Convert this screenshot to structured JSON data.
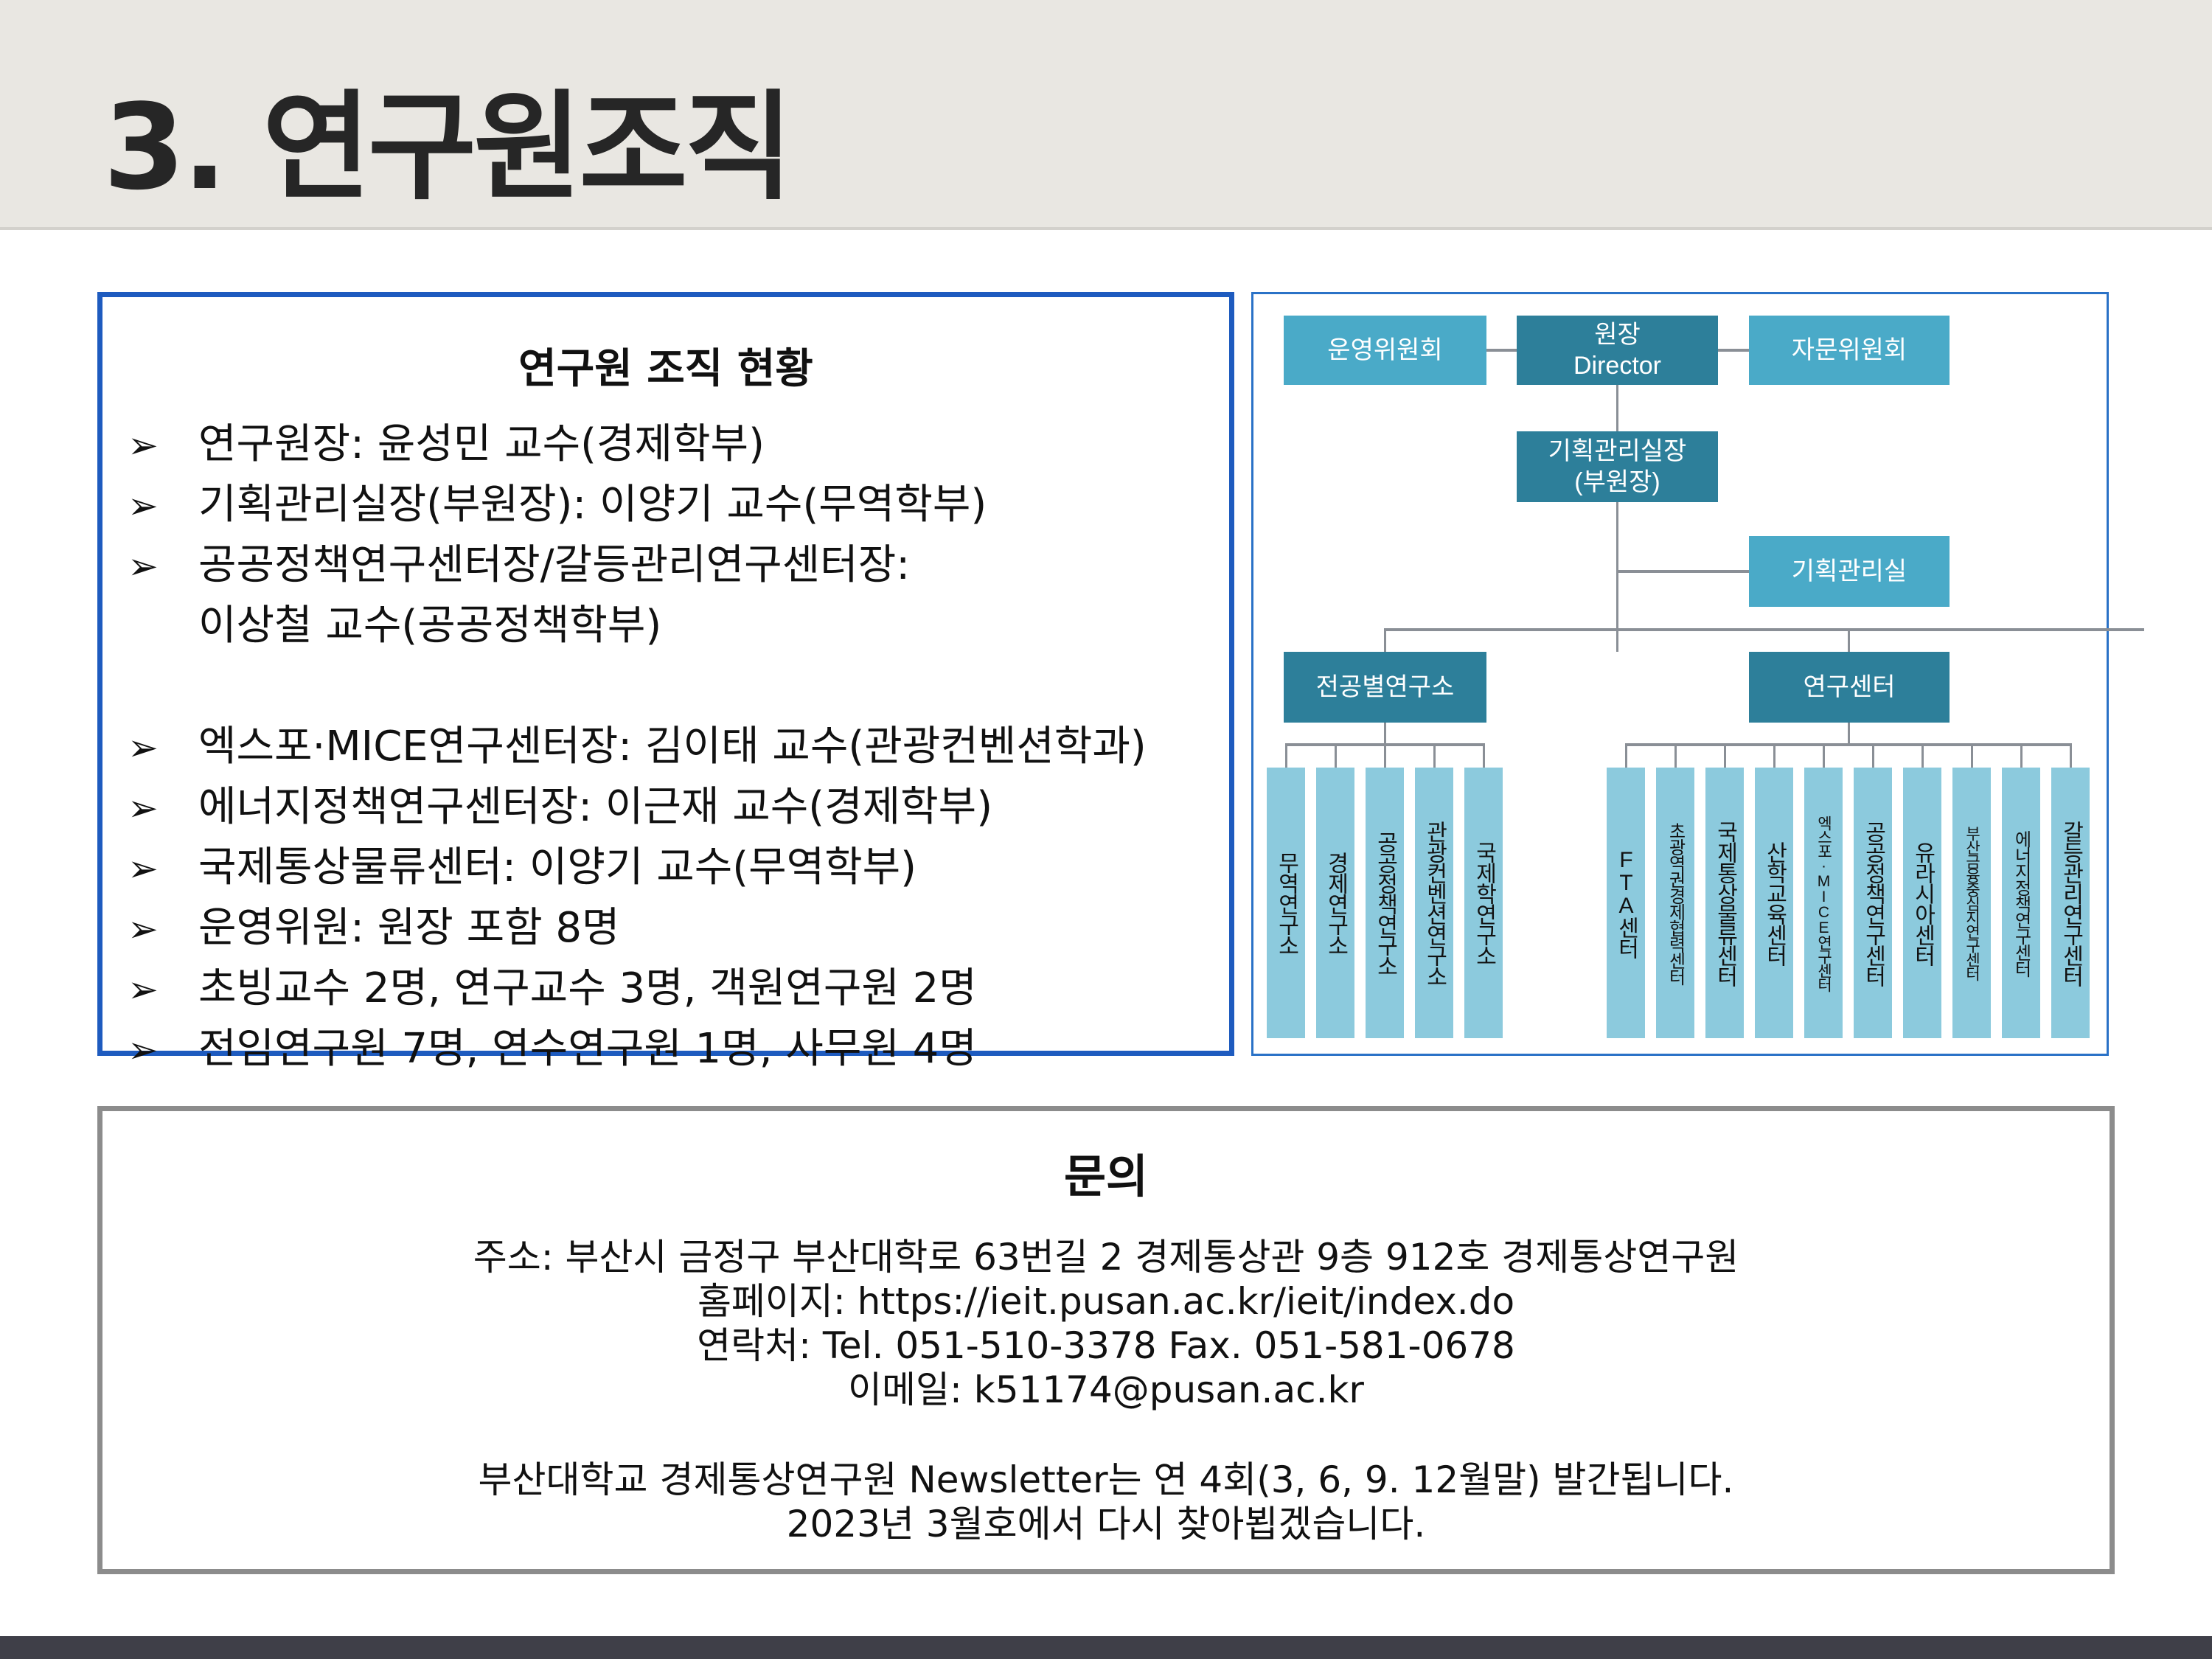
{
  "title": "3. 연구원조직",
  "left": {
    "heading": "연구원 조직 현황",
    "bullet": "➢",
    "items": [
      "연구원장: 윤성민 교수(경제학부)",
      "기획관리실장(부원장): 이양기 교수(무역학부)",
      "공공정책연구센터장/갈등관리연구센터장:",
      "엑스포·MICE연구센터장: 김이태 교수(관광컨벤션학과)",
      "에너지정책연구센터장: 이근재 교수(경제학부)",
      "국제통상물류센터: 이양기 교수(무역학부)",
      "운영위원: 원장 포함 8명",
      "초빙교수 2명, 연구교수 3명, 객원연구원 2명",
      "전임연구원 7명, 연수연구원 1명, 사무원 4명"
    ],
    "continuation": "이상철 교수(공공정책학부)"
  },
  "org": {
    "steering": "운영위원회",
    "director1": "원장",
    "director2": "Director",
    "advisory": "자문위원회",
    "planning_head1": "기획관리실장",
    "planning_head2": "(부원장)",
    "planning_office": "기획관리실",
    "institutes": "전공별연구소",
    "centers": "연구센터",
    "institute_list": [
      "무역연구소",
      "경제연구소",
      "공공정책연구소",
      "관광컨벤션연구소",
      "국제학연구소"
    ],
    "center_list": [
      "FTA센터",
      "초광역권경제협력센터",
      "국제통상물류센터",
      "산학교육센터",
      "엑스포·MICE연구센터",
      "공공정책연구센터",
      "유라시아센터",
      "부산금융중심지연구센터",
      "에너지정책연구센터",
      "갈등관리연구센터"
    ]
  },
  "contact": {
    "heading": "문의",
    "lines": [
      "주소: 부산시 금정구 부산대학로 63번길 2 경제통상관 9층 912호 경제통상연구원",
      "홈페이지: https://ieit.pusan.ac.kr/ieit/index.do",
      "연락처: Tel. 051-510-3378   Fax. 051-581-0678",
      "이메일: k51174@pusan.ac.kr",
      "부산대학교 경제통상연구원 Newsletter는 연 4회(3, 6, 9. 12월말) 발간됩니다.",
      "2023년 3월호에서 다시 찾아뵙겠습니다."
    ]
  }
}
